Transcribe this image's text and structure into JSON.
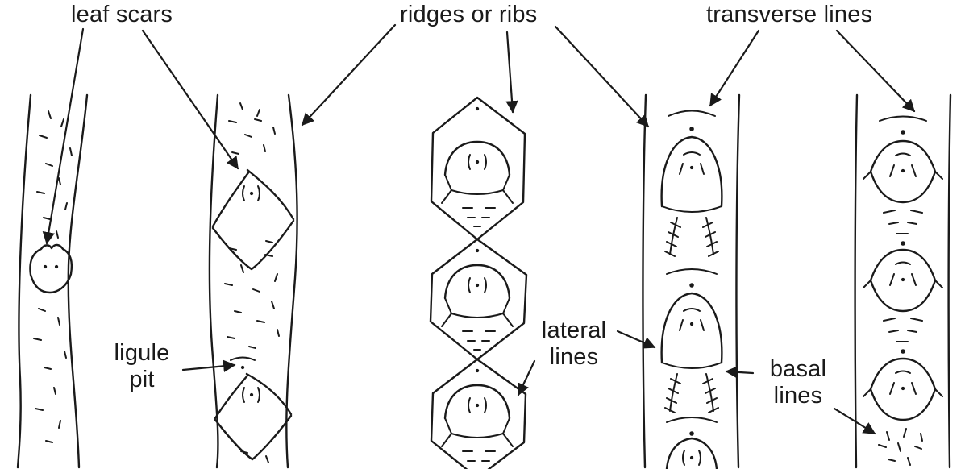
{
  "figure": {
    "background_color": "#ffffff",
    "ink_color": "#1a1a1a",
    "labels": {
      "leaf_scars": "leaf scars",
      "ridges_or_ribs": "ridges or ribs",
      "transverse_lines": "transverse lines",
      "ligule_pit": "ligule\npit",
      "lateral_lines": "lateral\nlines",
      "basal_lines": "basal\nlines"
    }
  }
}
